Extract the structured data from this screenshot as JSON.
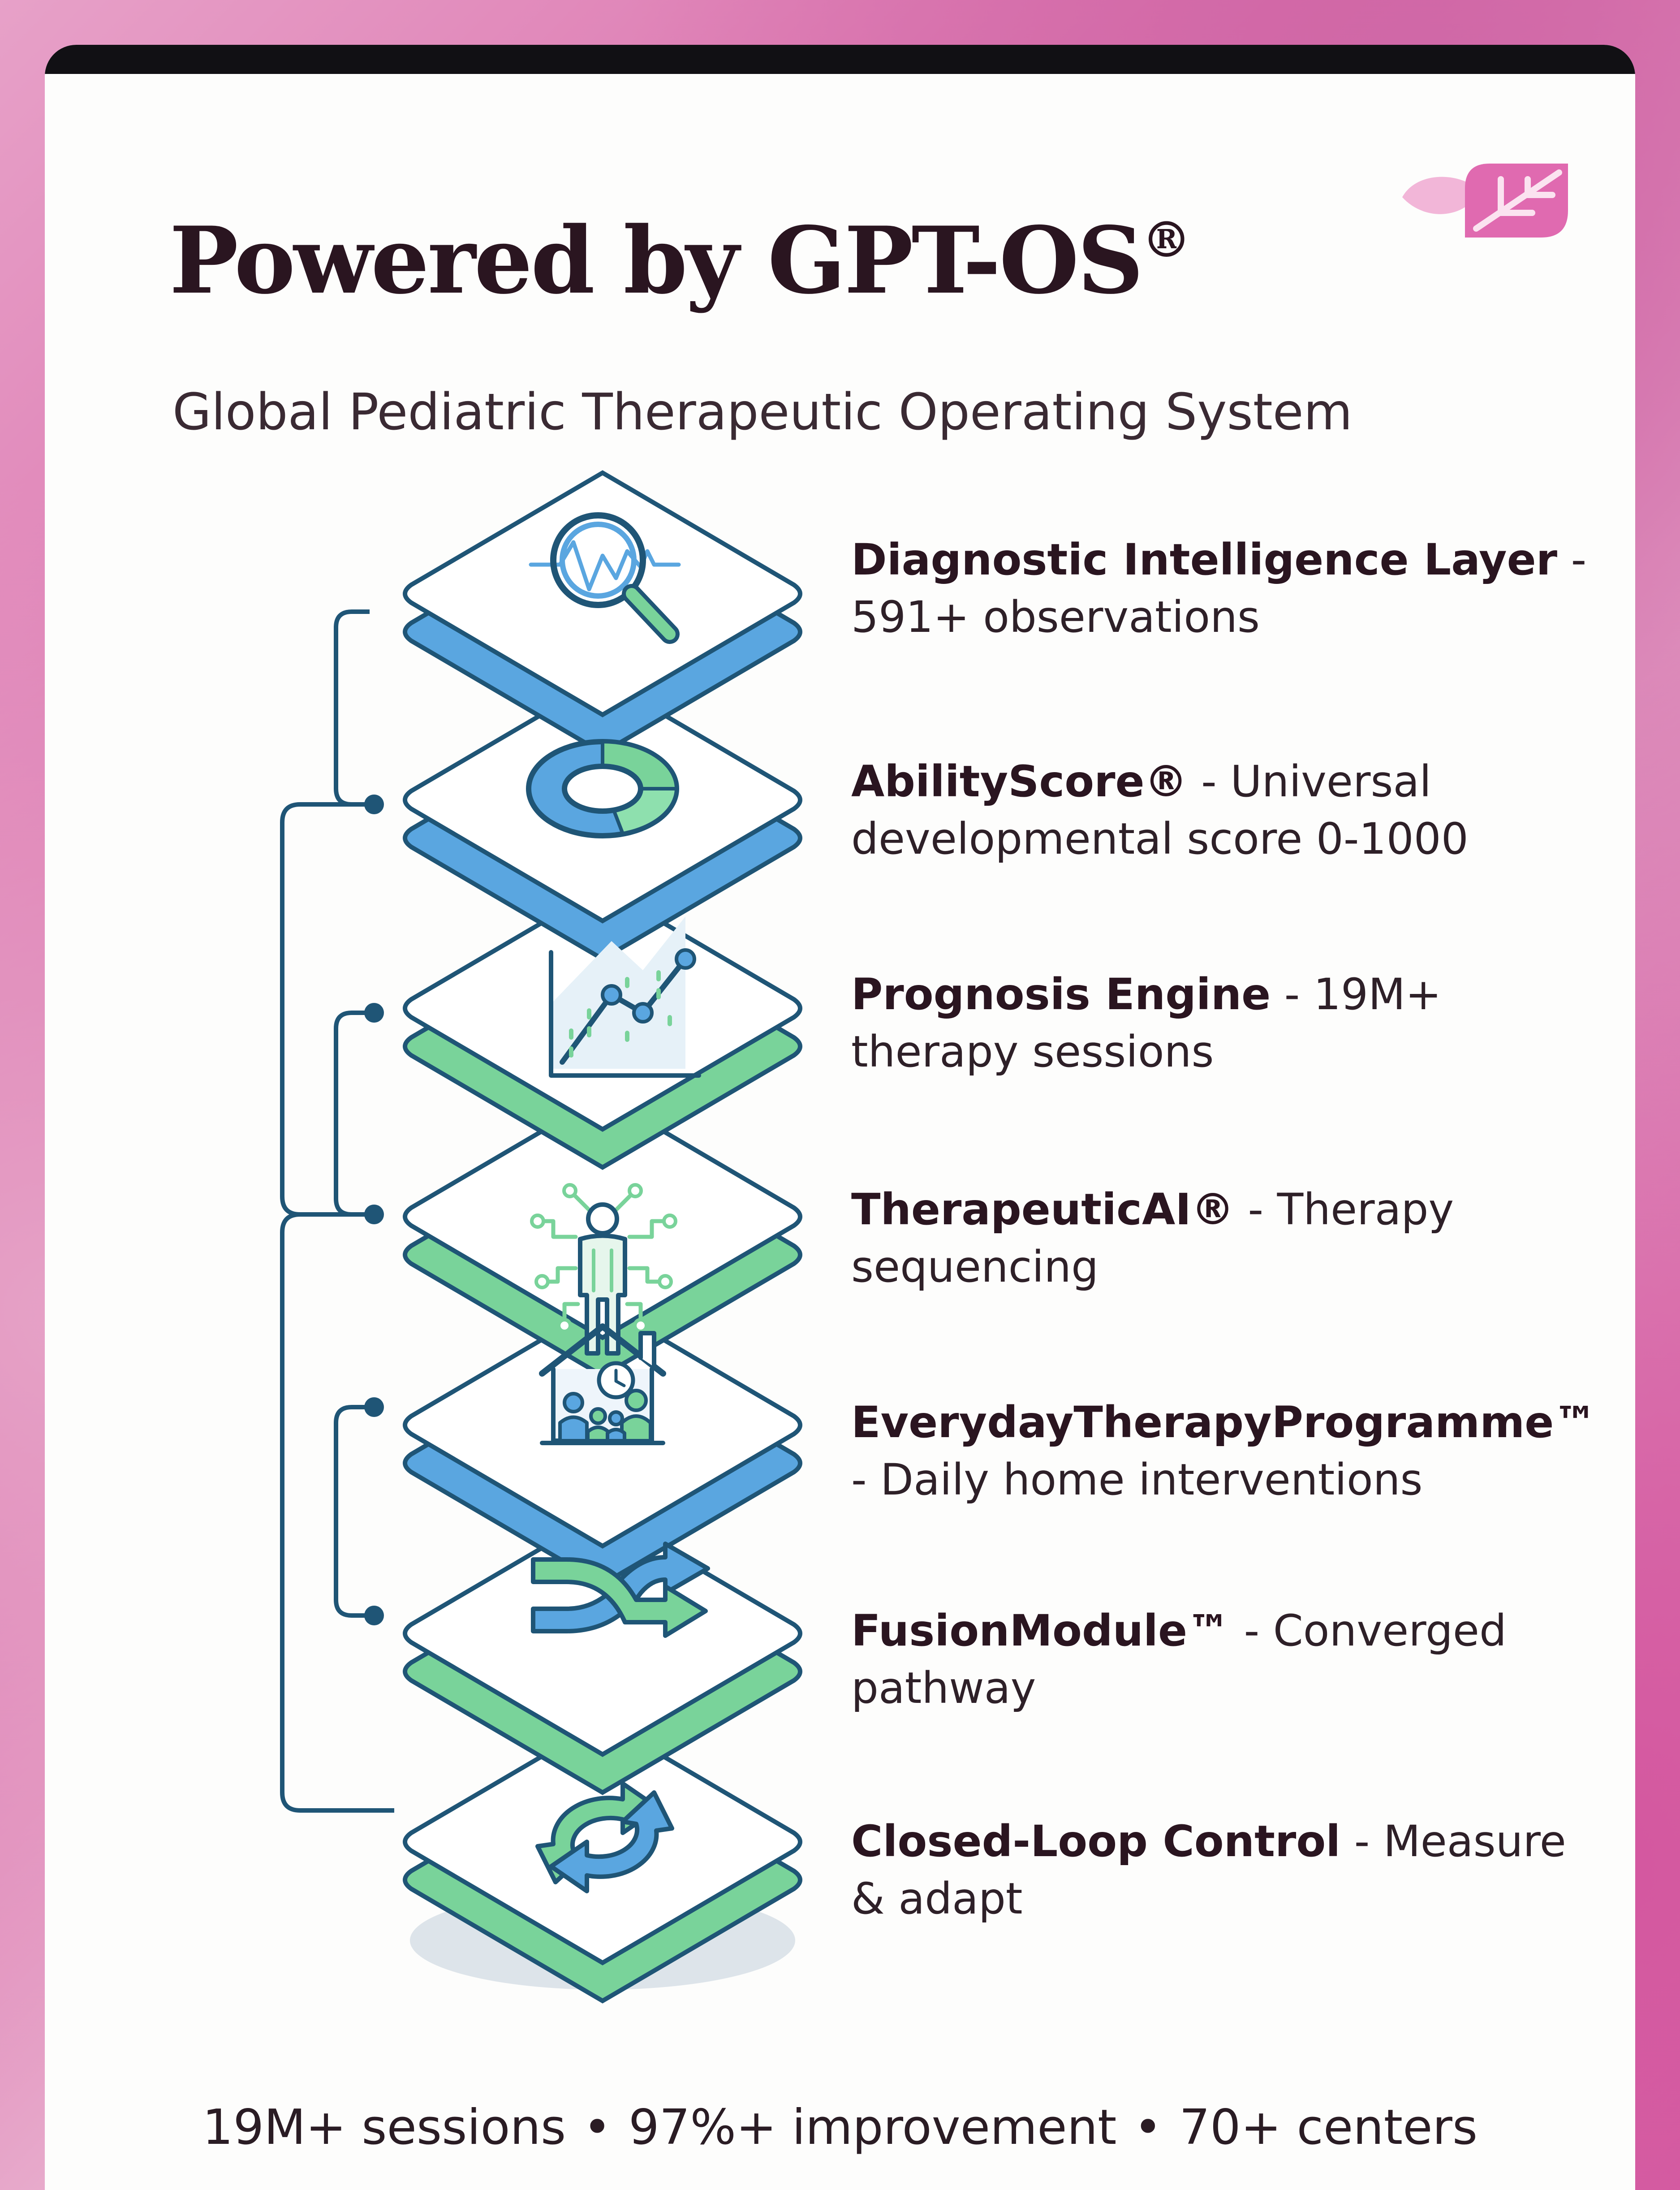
{
  "header": {
    "title": "Powered by GPT-OS",
    "title_mark": "®",
    "subtitle": "Global Pediatric Therapeutic Operating System"
  },
  "layers": [
    {
      "name": "Diagnostic Intelligence Layer",
      "desc": " - 591+ observations",
      "icon": "magnifier-pulse-icon",
      "color": "#5aa6e0"
    },
    {
      "name": "AbilityScore®",
      "desc": " - Universal developmental score 0-1000",
      "icon": "donut-chart-icon",
      "color": "#5aa6e0"
    },
    {
      "name": "Prognosis Engine",
      "desc": " - 19M+ therapy sessions",
      "icon": "trend-chart-icon",
      "color": "#79d39a"
    },
    {
      "name": "TherapeuticAI®",
      "desc": " - Therapy sequencing",
      "icon": "human-network-icon",
      "color": "#79d39a"
    },
    {
      "name": "EverydayTherapyProgramme™",
      "desc": " - Daily home interventions",
      "icon": "home-family-icon",
      "color": "#5aa6e0"
    },
    {
      "name": "FusionModule™",
      "desc": " - Converged pathway",
      "icon": "merge-arrows-icon",
      "color": "#79d39a"
    },
    {
      "name": "Closed-Loop Control",
      "desc": " - Measure & adapt",
      "icon": "cycle-arrows-icon",
      "color": "#79d39a"
    }
  ],
  "footer": {
    "stat1": "19M+ sessions",
    "stat2": "97%+ improvement",
    "stat3": "70+ centers",
    "separator": "•"
  },
  "colors": {
    "outline": "#1f5576",
    "blue": "#5aa6e0",
    "green": "#79d39a",
    "pink": "#e06ab0"
  }
}
